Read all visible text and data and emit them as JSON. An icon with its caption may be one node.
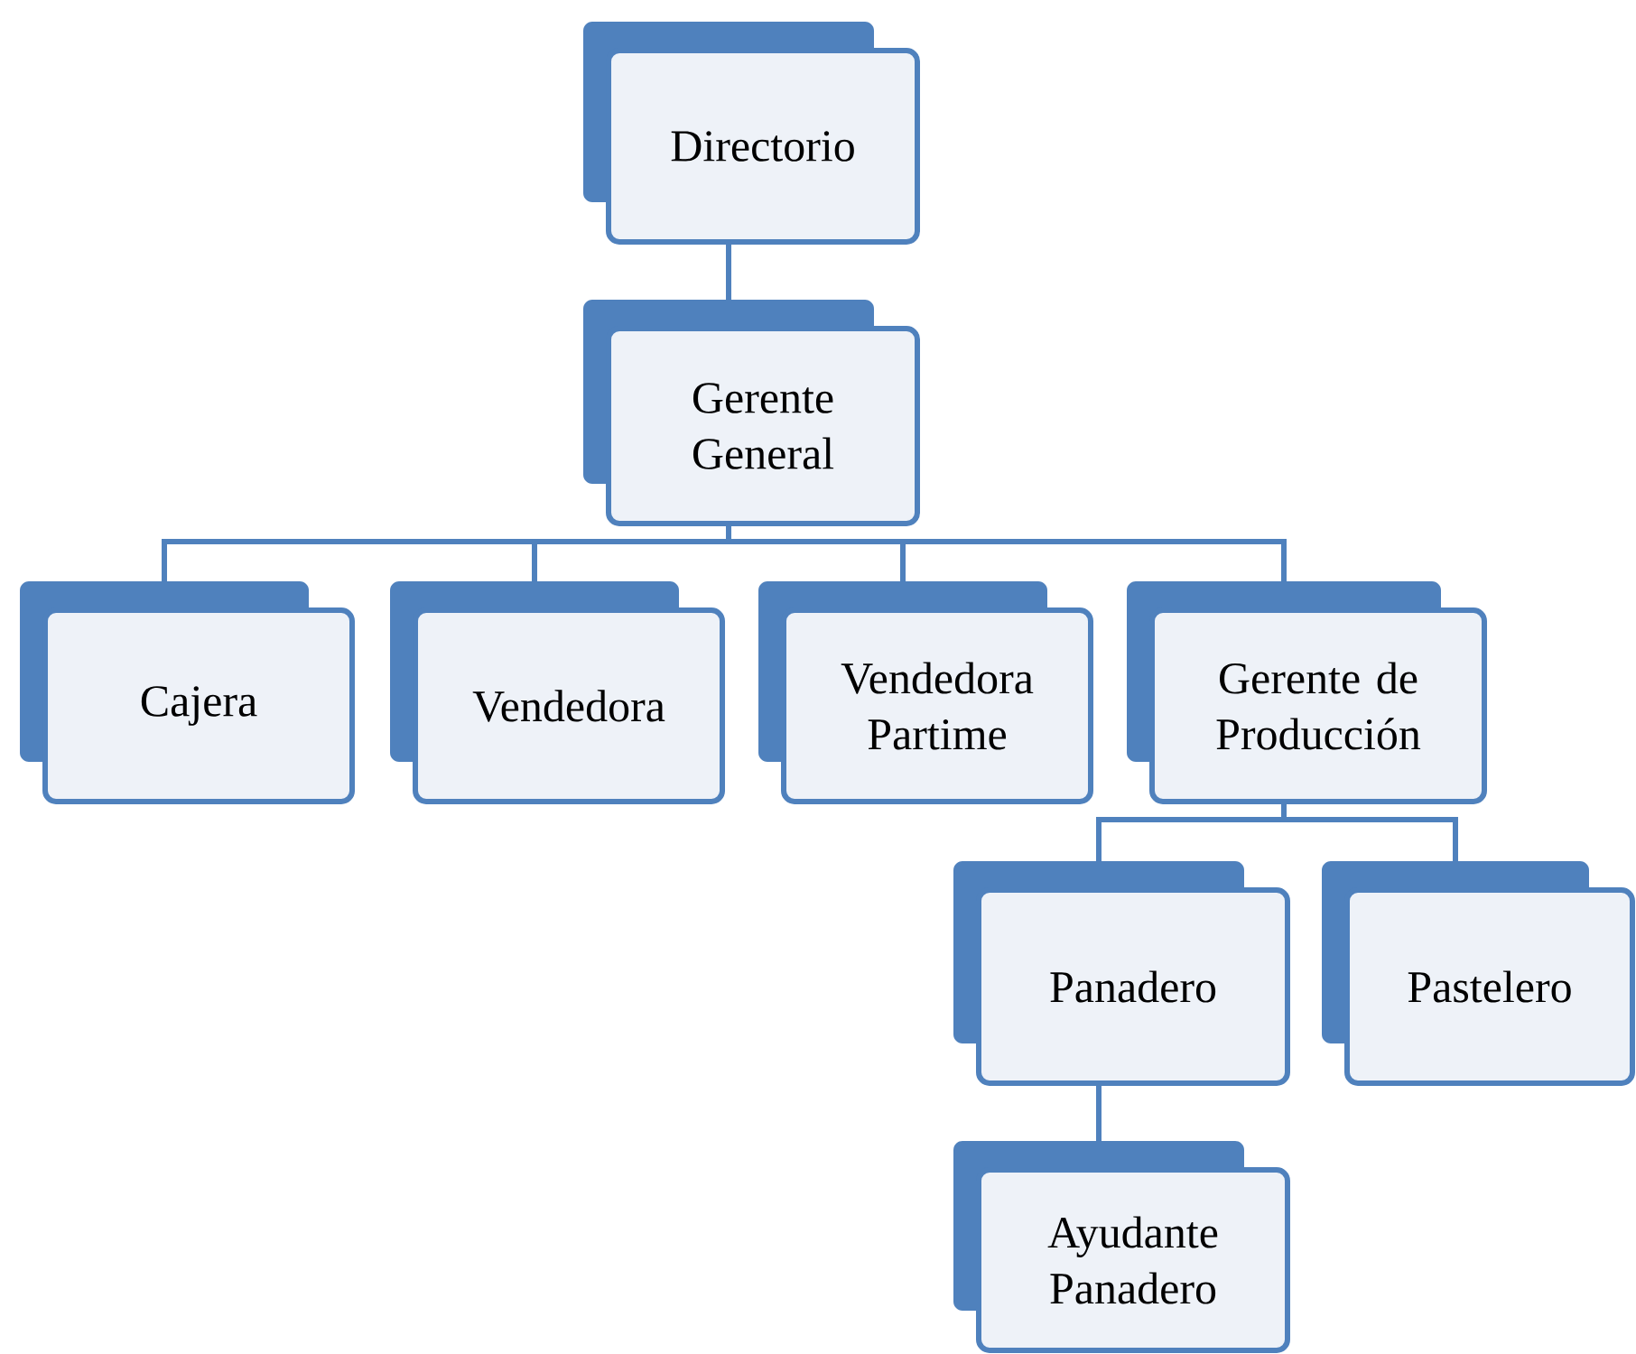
{
  "diagram": {
    "nodes": [
      {
        "text": [
          "Directorio"
        ]
      },
      {
        "text": [
          "Gerente General"
        ]
      },
      {
        "text": [
          "Cajera"
        ]
      },
      {
        "text": [
          "Vendedora"
        ]
      },
      {
        "text": [
          "Vendedora Partime"
        ]
      },
      {
        "text": [
          "Gerente de Producción"
        ]
      },
      {
        "text": [
          "Panadero"
        ]
      },
      {
        "text": [
          "Pastelero"
        ]
      },
      {
        "text": [
          "Ayudante Panadero"
        ]
      }
    ],
    "edges": [
      {
        "from": 0,
        "to": 1,
        "arrow": "none"
      },
      {
        "from": 1,
        "to": 2,
        "arrow": "none"
      },
      {
        "from": 1,
        "to": 3,
        "arrow": "none"
      },
      {
        "from": 1,
        "to": 4,
        "arrow": "none"
      },
      {
        "from": 1,
        "to": 5,
        "arrow": "none"
      },
      {
        "from": 5,
        "to": 6,
        "arrow": "none"
      },
      {
        "from": 5,
        "to": 7,
        "arrow": "none"
      },
      {
        "from": 6,
        "to": 8,
        "arrow": "none"
      }
    ]
  }
}
